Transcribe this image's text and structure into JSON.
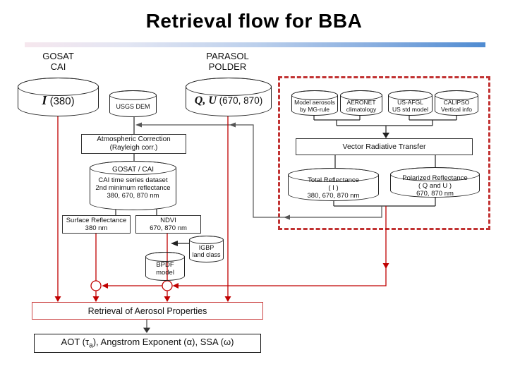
{
  "title": "Retrieval flow for BBA",
  "colors": {
    "line_red": "#c00000",
    "dashed_group_border": "#c13232",
    "line_black": "#222222",
    "feedback_line_gray": "#555555",
    "gradient_bar_left": "#f6e7ee",
    "gradient_bar_right": "#4f8bd1"
  },
  "source_labels": {
    "gosat": [
      "GOSAT",
      "CAI"
    ],
    "parasol": [
      "PARASOL",
      "POLDER"
    ]
  },
  "cylinders": {
    "cai_radiance": {
      "symbol": "I",
      "rest": " (380)"
    },
    "usgs_dem": {
      "label": "USGS DEM"
    },
    "polder_stokes": {
      "symbol": "Q, U",
      "rest": " (670, 870)"
    },
    "model_aerosols": {
      "lines": [
        "Model aerosols",
        "by MG-rule"
      ]
    },
    "aeronet": {
      "lines": [
        "AERONET",
        "climatology"
      ]
    },
    "us_afgl": {
      "lines": [
        "US-AFGL",
        "US std model"
      ]
    },
    "calipso": {
      "lines": [
        "CALIPSO",
        "Vertical info"
      ]
    },
    "gosat_cai": {
      "header": "GOSAT / CAI",
      "lines": [
        "CAI time series dataset",
        "2nd minimum reflectance",
        "380, 670, 870 nm"
      ]
    },
    "total_reflectance": {
      "lines": [
        "Total Reflectance",
        "( I )",
        "380, 670, 870 nm"
      ]
    },
    "polarized_reflectance": {
      "lines": [
        "Polarized Reflectance",
        "( Q and U )",
        "670, 870 nm"
      ]
    },
    "igbp": {
      "lines": [
        "IGBP",
        "land class"
      ]
    },
    "bpdf": {
      "lines": [
        "BPDF",
        "model"
      ]
    }
  },
  "boxes": {
    "atmospheric_correction": {
      "lines": [
        "Atmospheric Correction",
        "(Rayleigh corr.)"
      ]
    },
    "vector_radiative_transfer": {
      "label": "Vector Radiative Transfer"
    },
    "surface_reflectance": {
      "lines": [
        "Surface Reflectance",
        "380 nm"
      ]
    },
    "ndvi": {
      "lines": [
        "NDVI",
        "670, 870 nm"
      ]
    },
    "retrieval": {
      "label": "Retrieval of Aerosol Properties"
    },
    "output": {
      "pre": "AOT (τ",
      "sub": "a",
      "post": "),  Angstrom Exponent  (α),  SSA (ω)"
    }
  }
}
